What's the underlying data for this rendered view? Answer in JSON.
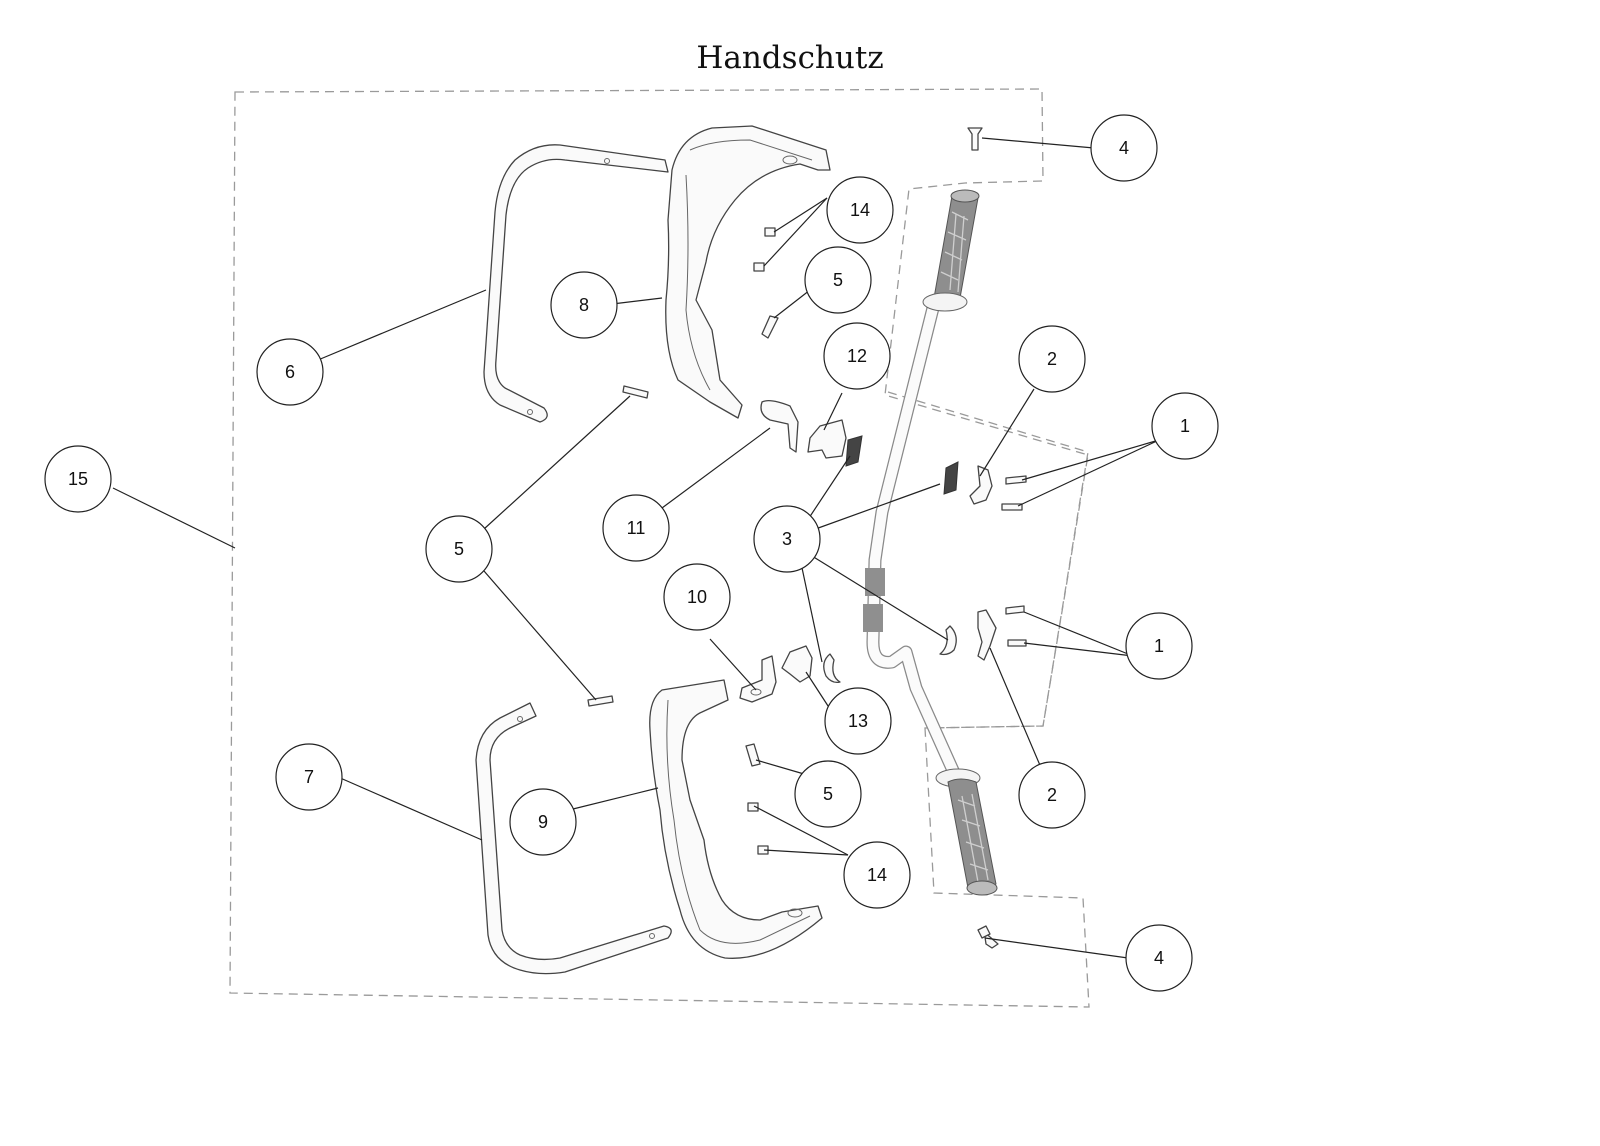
{
  "title": "Handschutz",
  "callouts": [
    {
      "label": "1"
    },
    {
      "label": "1"
    },
    {
      "label": "2"
    },
    {
      "label": "2"
    },
    {
      "label": "3"
    },
    {
      "label": "4"
    },
    {
      "label": "4"
    },
    {
      "label": "5"
    },
    {
      "label": "5"
    },
    {
      "label": "5"
    },
    {
      "label": "6"
    },
    {
      "label": "7"
    },
    {
      "label": "8"
    },
    {
      "label": "9"
    },
    {
      "label": "10"
    },
    {
      "label": "11"
    },
    {
      "label": "12"
    },
    {
      "label": "13"
    },
    {
      "label": "14"
    },
    {
      "label": "14"
    },
    {
      "label": "15"
    }
  ],
  "colors": {
    "line": "#222222",
    "dashed": "#9a9a9a",
    "part_fill": "#fafafa",
    "grip": "#8e8e8e"
  }
}
